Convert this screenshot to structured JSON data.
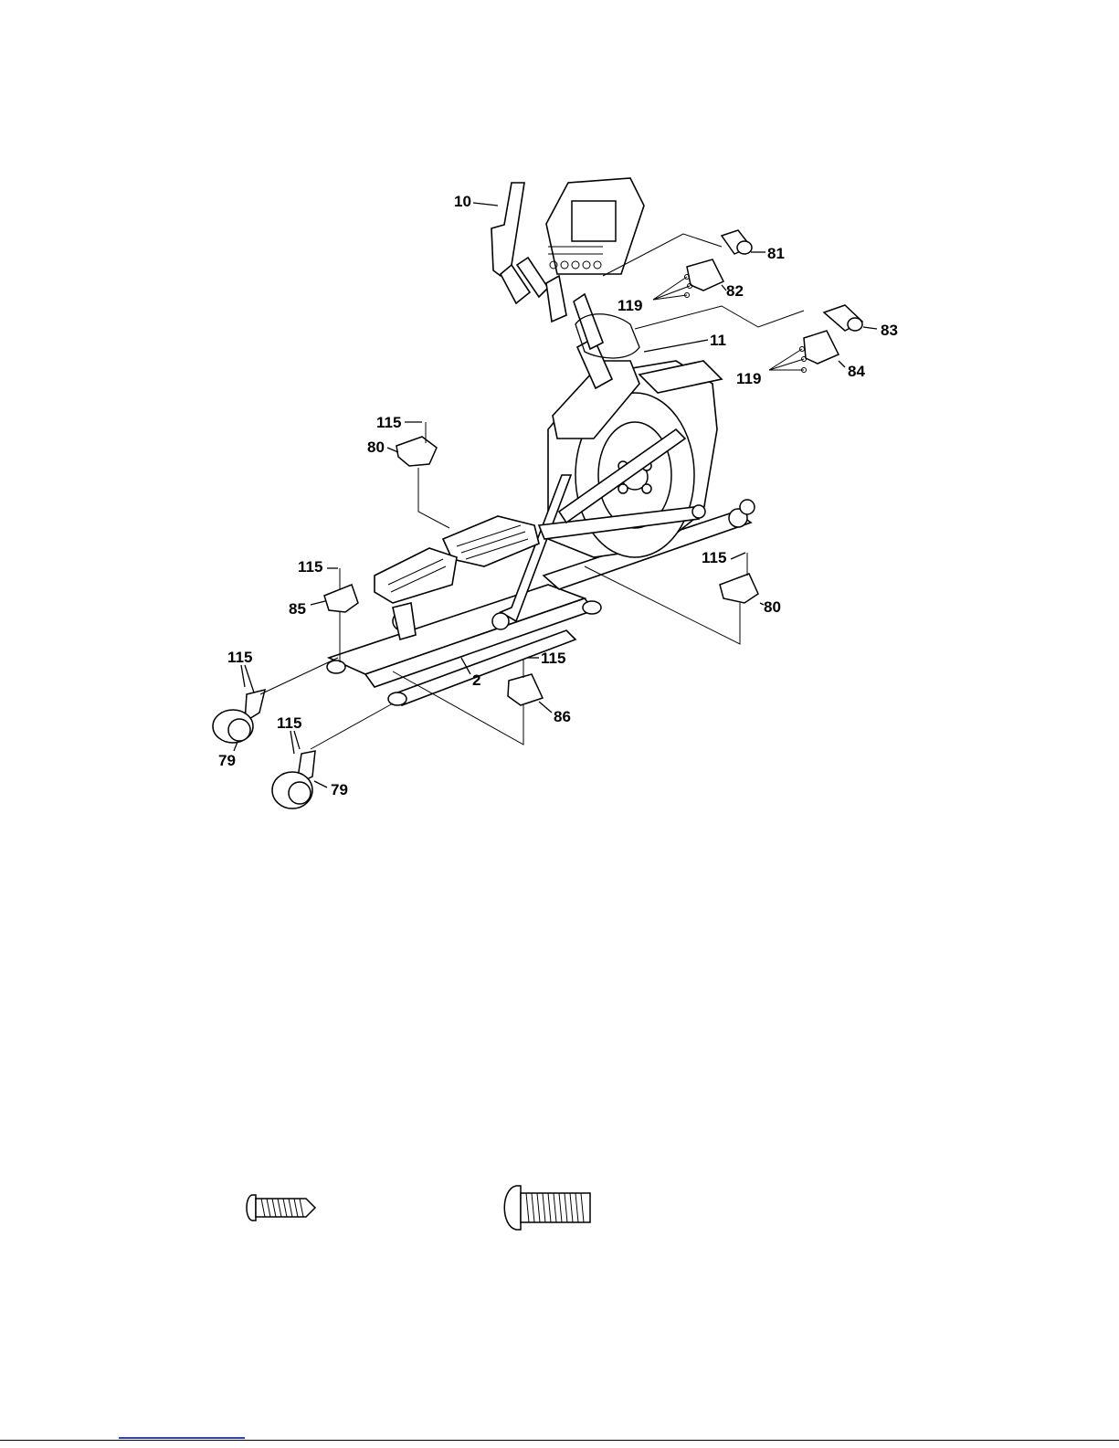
{
  "callouts": {
    "p10": "10",
    "p11": "11",
    "p81": "81",
    "p82": "82",
    "p83": "83",
    "p84": "84",
    "p119a": "119",
    "p119b": "119",
    "p115a": "115",
    "p80a": "80",
    "p115b": "115",
    "p85": "85",
    "p115c": "115",
    "p80b": "80",
    "p115d": "115",
    "p86": "86",
    "p2": "2",
    "p115e": "115",
    "p79a": "79",
    "p115f": "115",
    "p79b": "79"
  },
  "hardware": [
    {
      "icon": "tapping-screw-icon"
    },
    {
      "icon": "machine-bolt-icon"
    }
  ],
  "colors": {
    "line": "#000000",
    "background": "#ffffff",
    "link_underline": "#2b3fcf"
  }
}
